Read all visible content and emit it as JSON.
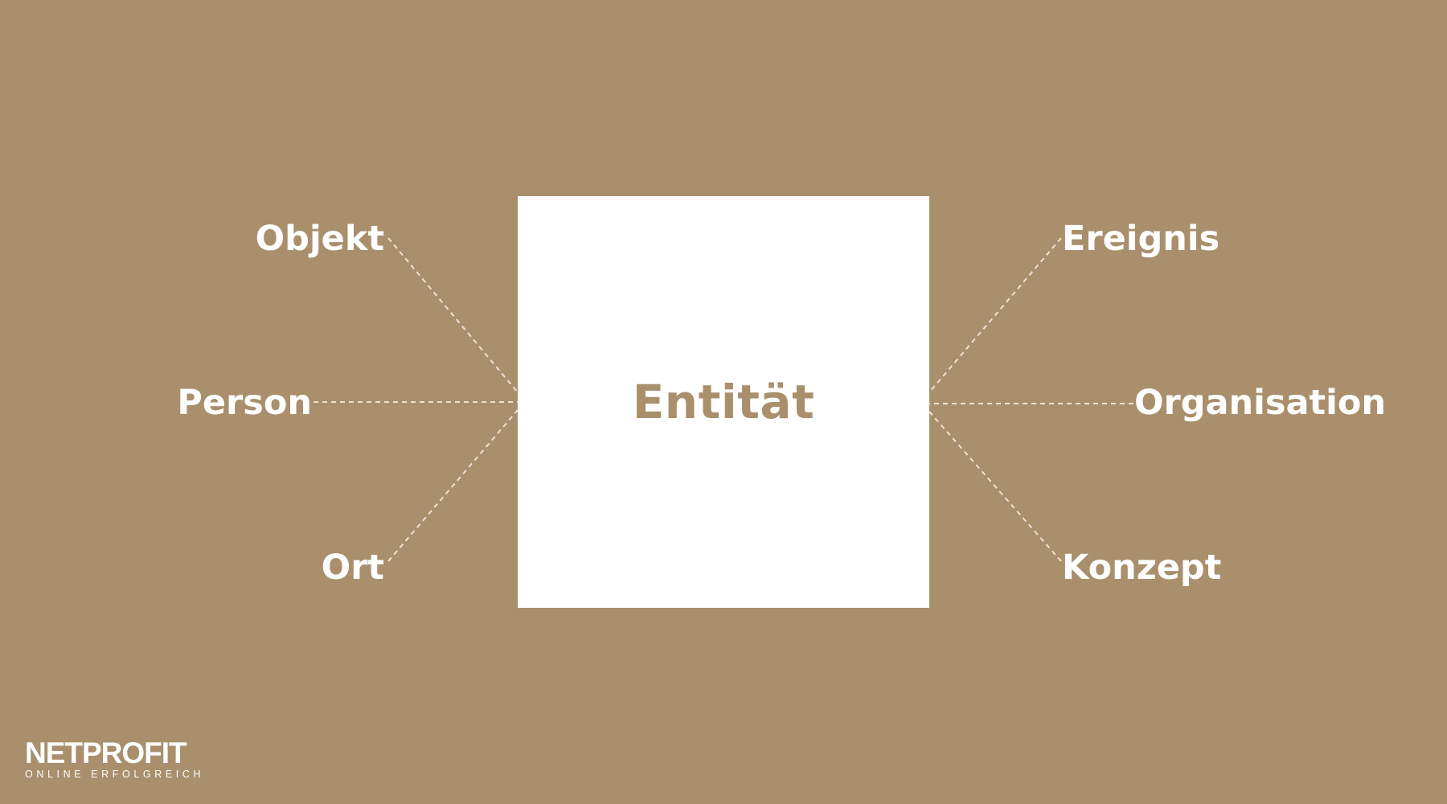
{
  "colors": {
    "background": "#A98F6C",
    "center_box": "#FFFFFF",
    "center_text": "#A98F6C",
    "node_text": "#FFFFFF",
    "connector": "#EDE3D4"
  },
  "diagram": {
    "center": {
      "label": "Entität"
    },
    "left_nodes": [
      {
        "label": "Objekt"
      },
      {
        "label": "Person"
      },
      {
        "label": "Ort"
      }
    ],
    "right_nodes": [
      {
        "label": "Ereignis"
      },
      {
        "label": "Organisation"
      },
      {
        "label": "Konzept"
      }
    ]
  },
  "logo": {
    "name": "NETPROFIT",
    "tagline": "ONLINE ERFOLGREICH"
  }
}
